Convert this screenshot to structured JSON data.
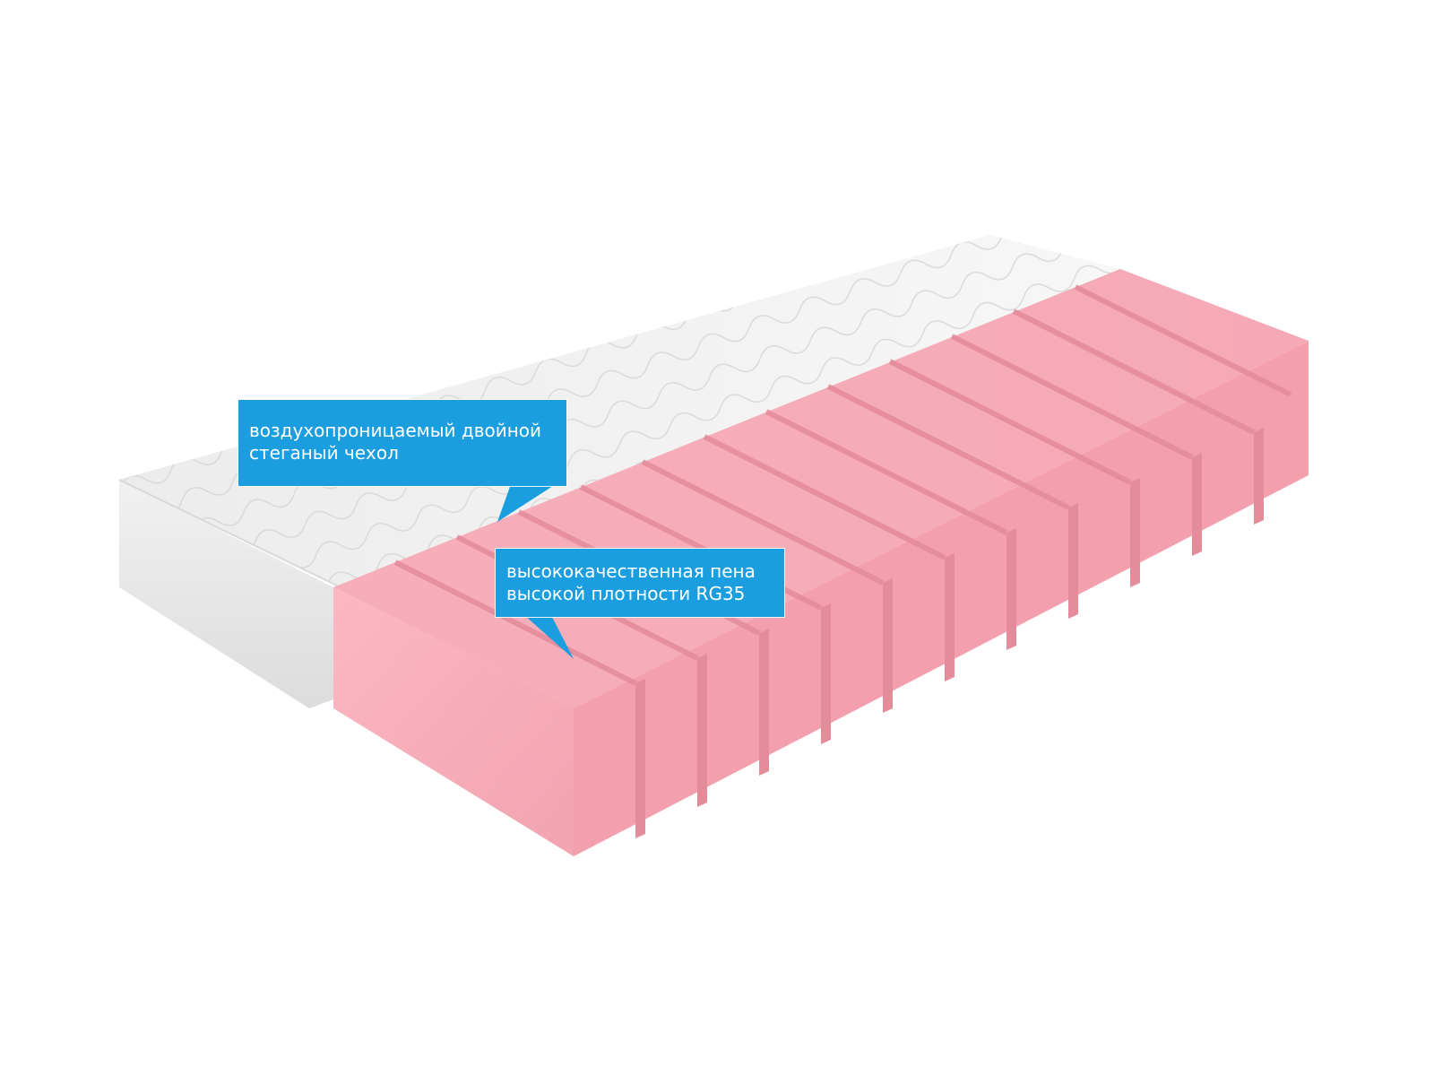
{
  "product": {
    "image_subject": "mattress-cutaway",
    "colors": {
      "cover": "#f2f2f2",
      "foam": "#f4a9b5",
      "callout_background": "#1a9ee0",
      "callout_text": "#ffffff"
    }
  },
  "callouts": [
    {
      "lines": [
        "воздухопроницаемый двойной",
        "стеганый чехол"
      ]
    },
    {
      "lines": [
        "высококачественная пена",
        "высокой плотности RG35"
      ]
    }
  ]
}
